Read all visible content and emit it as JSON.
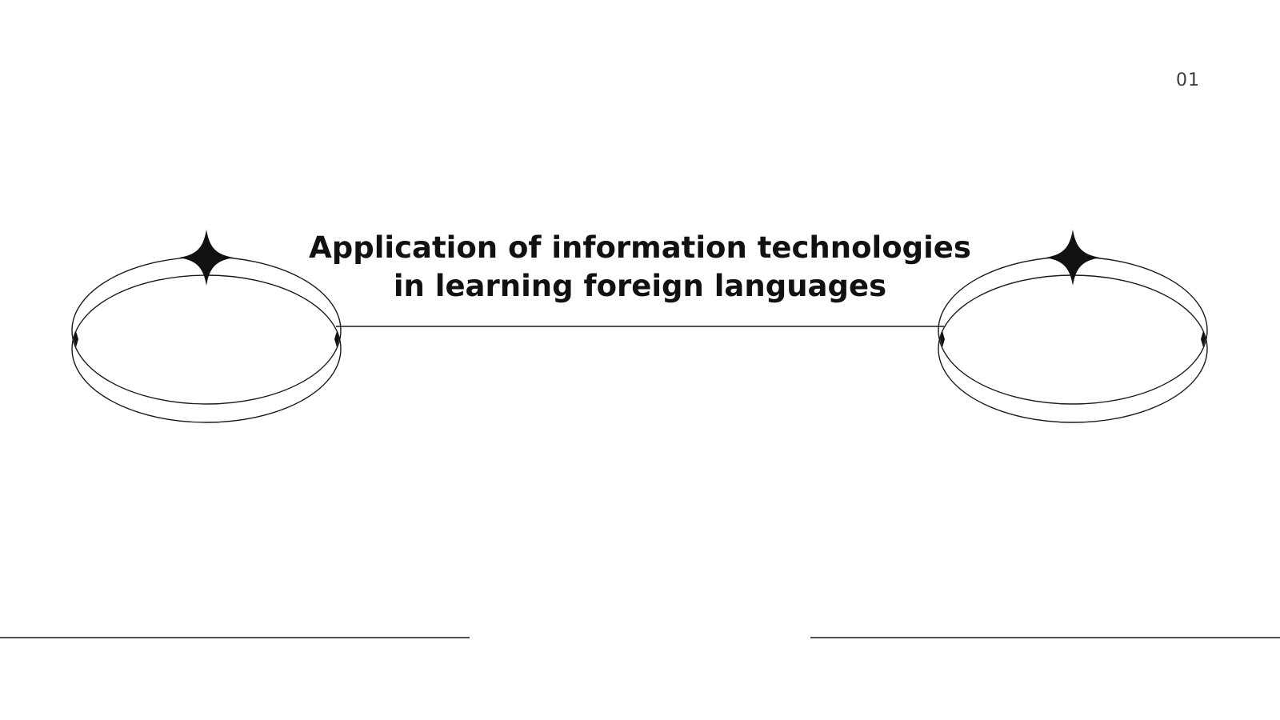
{
  "slide": {
    "page_number": "01",
    "title": "Application of information technologies in learning foreign languages"
  },
  "decorations": {
    "left_ring_icon": "ring-with-sparkle-icon",
    "right_ring_icon": "ring-with-sparkle-icon",
    "connector": "horizontal-line",
    "footer_lines": "horizontal-line"
  },
  "colors": {
    "background": "#ffffff",
    "line": "#1a1a1a",
    "text": "#111111"
  }
}
